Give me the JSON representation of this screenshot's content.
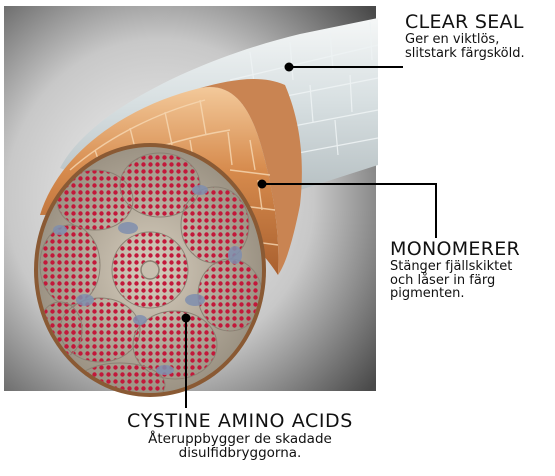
{
  "labels": {
    "clear_seal": {
      "title": "CLEAR SEAL",
      "line1": "Ger en viktlös,",
      "line2": "slitstark färgsköld."
    },
    "monomerer": {
      "title": "MONOMERER",
      "line1": "Stänger fjällskiktet",
      "line2": "och låser in färg",
      "line3": "pigmenten."
    },
    "cystine": {
      "title": "CYSTINE AMINO ACIDS",
      "line1": "Återuppbygger de skadade",
      "line2": "disulfidbryggorna."
    }
  },
  "colors": {
    "frame_bg_dark": "#4a4a4a",
    "frame_bg_light": "#f2f2f2",
    "seal": "#c9d3d6",
    "cuticle": "#d68a4c",
    "cortex": "#b8b0a0",
    "cells": "#c2183a",
    "pigment": "#7f8fae",
    "leader": "#000000"
  }
}
